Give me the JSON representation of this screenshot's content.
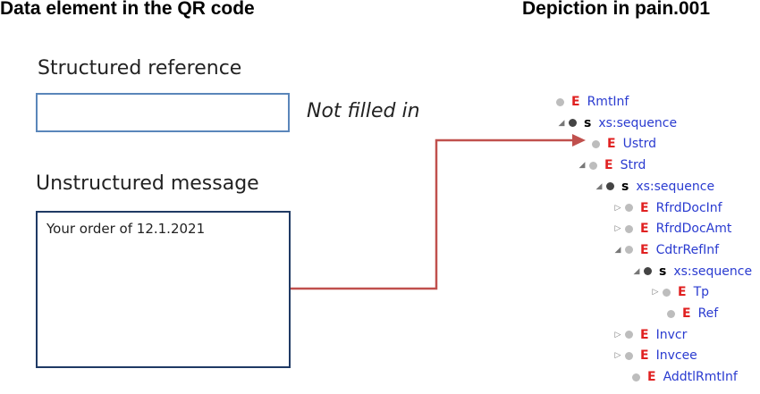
{
  "headings": {
    "left": "Data element in the QR code",
    "right": "Depiction in pain.001"
  },
  "qr": {
    "structured_label": "Structured reference",
    "structured_value": "",
    "not_filled_note": "Not filled in",
    "unstructured_label": "Unstructured message",
    "unstructured_value": "Your order of 12.1.2021"
  },
  "colors": {
    "arrow": "#c0504d",
    "element_kind": "#e02020",
    "element_name": "#2a3bd0"
  },
  "tree": [
    {
      "expander": "none",
      "kind": "E",
      "name": "RmtInf"
    },
    {
      "expander": "open",
      "kind": "s",
      "name": "xs:sequence"
    },
    {
      "expander": "none",
      "kind": "E",
      "name": "Ustrd"
    },
    {
      "expander": "open",
      "kind": "E",
      "name": "Strd"
    },
    {
      "expander": "open",
      "kind": "s",
      "name": "xs:sequence"
    },
    {
      "expander": "closed",
      "kind": "E",
      "name": "RfrdDocInf"
    },
    {
      "expander": "closed",
      "kind": "E",
      "name": "RfrdDocAmt"
    },
    {
      "expander": "open",
      "kind": "E",
      "name": "CdtrRefInf"
    },
    {
      "expander": "open",
      "kind": "s",
      "name": "xs:sequence"
    },
    {
      "expander": "closed",
      "kind": "E",
      "name": "Tp"
    },
    {
      "expander": "none",
      "kind": "E",
      "name": "Ref"
    },
    {
      "expander": "closed",
      "kind": "E",
      "name": "Invcr"
    },
    {
      "expander": "closed",
      "kind": "E",
      "name": "Invcee"
    },
    {
      "expander": "none",
      "kind": "E",
      "name": "AddtlRmtInf"
    }
  ]
}
